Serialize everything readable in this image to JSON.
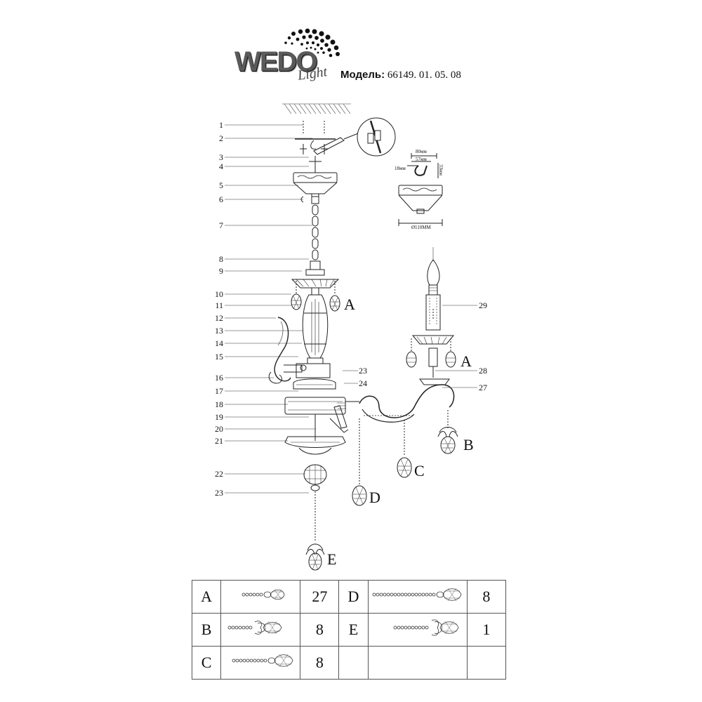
{
  "brand": {
    "word": "WEDO",
    "script": "Light"
  },
  "model": {
    "label": "Модель:",
    "number": "66149. 01. 05. 08"
  },
  "callouts": [
    {
      "n": "1"
    },
    {
      "n": "2"
    },
    {
      "n": "3"
    },
    {
      "n": "4"
    },
    {
      "n": "5"
    },
    {
      "n": "6"
    },
    {
      "n": "7"
    },
    {
      "n": "8"
    },
    {
      "n": "9"
    },
    {
      "n": "10"
    },
    {
      "n": "11"
    },
    {
      "n": "12"
    },
    {
      "n": "13"
    },
    {
      "n": "14"
    },
    {
      "n": "15"
    },
    {
      "n": "16"
    },
    {
      "n": "17"
    },
    {
      "n": "18"
    },
    {
      "n": "19"
    },
    {
      "n": "20"
    },
    {
      "n": "21"
    },
    {
      "n": "22"
    },
    {
      "n": "23"
    }
  ],
  "right_callouts": {
    "c23": "23",
    "c24": "24",
    "c29": "29",
    "c28": "28",
    "c27": "27"
  },
  "pendant_letters": {
    "a1": "A",
    "a2": "A",
    "b": "B",
    "c": "C",
    "d": "D",
    "e": "E"
  },
  "dimensions": {
    "hook_w1": "80мм",
    "hook_w2": "57мм",
    "hook_h": "33мм",
    "hook_side": "18мм",
    "canopy_d": "Ø110ММ"
  },
  "legend": {
    "rows": [
      {
        "left_key": "A",
        "left_qty": "27",
        "right_key": "D",
        "right_qty": "8"
      },
      {
        "left_key": "B",
        "left_qty": "8",
        "right_key": "E",
        "right_qty": "1"
      },
      {
        "left_key": "C",
        "left_qty": "8",
        "right_key": "",
        "right_qty": ""
      }
    ]
  }
}
